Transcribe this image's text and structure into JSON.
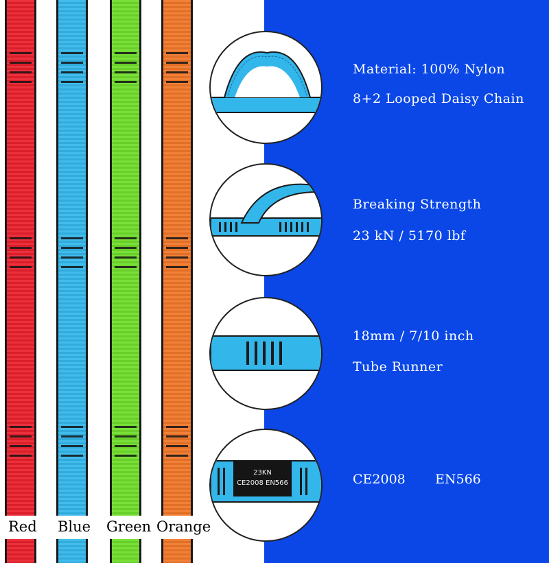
{
  "colors": {
    "blue_panel": "#0a47e6",
    "red": "#e8202c",
    "blue": "#33b6ea",
    "green": "#6fdc2a",
    "orange": "#f07628"
  },
  "swatches": [
    {
      "label": "Red",
      "color": "#e8202c"
    },
    {
      "label": "Blue",
      "color": "#33b6ea"
    },
    {
      "label": "Green",
      "color": "#6fdc2a"
    },
    {
      "label": "Orange",
      "color": "#f07628"
    }
  ],
  "features": {
    "material": "Material: 100% Nylon",
    "daisy_chain": "8+2 Looped Daisy Chain",
    "strength_title": "Breaking Strength",
    "strength_value": "23 kN / 5170 lbf",
    "width": "18mm / 7/10 inch",
    "type": "Tube Runner",
    "cert_1": "CE2008",
    "cert_2": "EN566"
  },
  "tag": {
    "line1": "23KN",
    "line2": "CE2008 EN566"
  }
}
